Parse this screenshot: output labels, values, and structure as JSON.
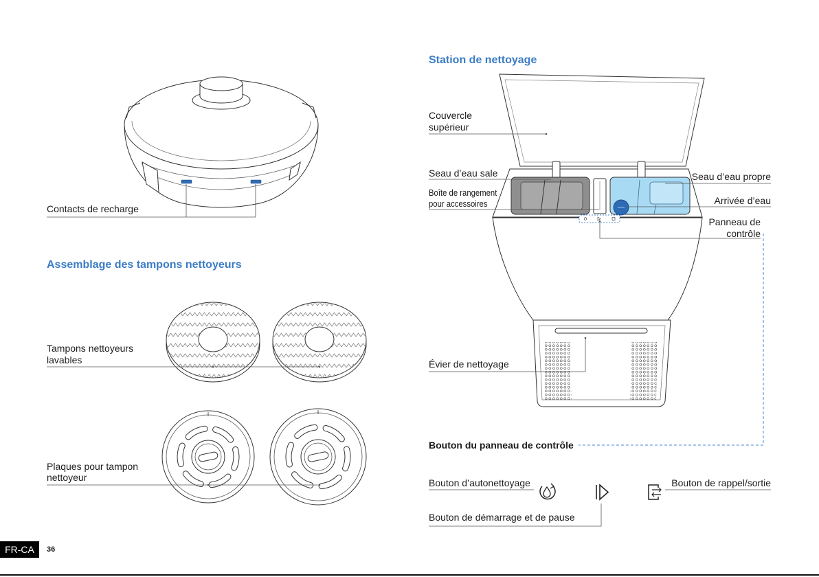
{
  "page": {
    "locale_badge": "FR-CA",
    "page_number": "36"
  },
  "left": {
    "robot": {
      "charging_contacts_label": "Contacts de recharge"
    },
    "pad_assembly": {
      "heading": "Assemblage des tampons nettoyeurs",
      "washable_pads_label": [
        "Tampons nettoyeurs",
        "lavables"
      ],
      "pad_plates_label": [
        "Plaques pour tampon",
        "nettoyeur"
      ]
    }
  },
  "right": {
    "heading": "Station de nettoyage",
    "labels": {
      "top_cover": [
        "Couvercle",
        "supérieur"
      ],
      "dirty_water_tank": "Seau d’eau sale",
      "accessory_box": [
        "Boîte de rangement",
        "pour accessoires"
      ],
      "clean_water_tank": "Seau d’eau propre",
      "water_inlet": "Arrivée d’eau",
      "control_panel": [
        "Panneau de",
        "contrôle"
      ],
      "cleaning_tray": "Évier de nettoyage"
    },
    "control_buttons": {
      "heading": "Bouton du panneau de contrôle",
      "self_clean": "Bouton d’autonettoyage",
      "recall_exit": "Bouton de rappel/sortie",
      "start_pause": "Bouton de démarrage et de pause"
    }
  },
  "icons": {
    "self_clean": "self-clean-icon",
    "start_pause": "start-pause-icon",
    "recall_exit": "recall-exit-icon"
  },
  "colors": {
    "heading_blue": "#3b7cc6",
    "control_panel_outline": "#4a86d4",
    "clean_tank": "#a9daf3",
    "clean_tank_inner": "#c2e6f8",
    "dirty_tank": "#8f8f8f",
    "dirty_tank_inner": "#a8a8a8",
    "water_inlet": "#2e6bb5",
    "charging_contact": "#2f6db5",
    "badge": "#000000"
  }
}
